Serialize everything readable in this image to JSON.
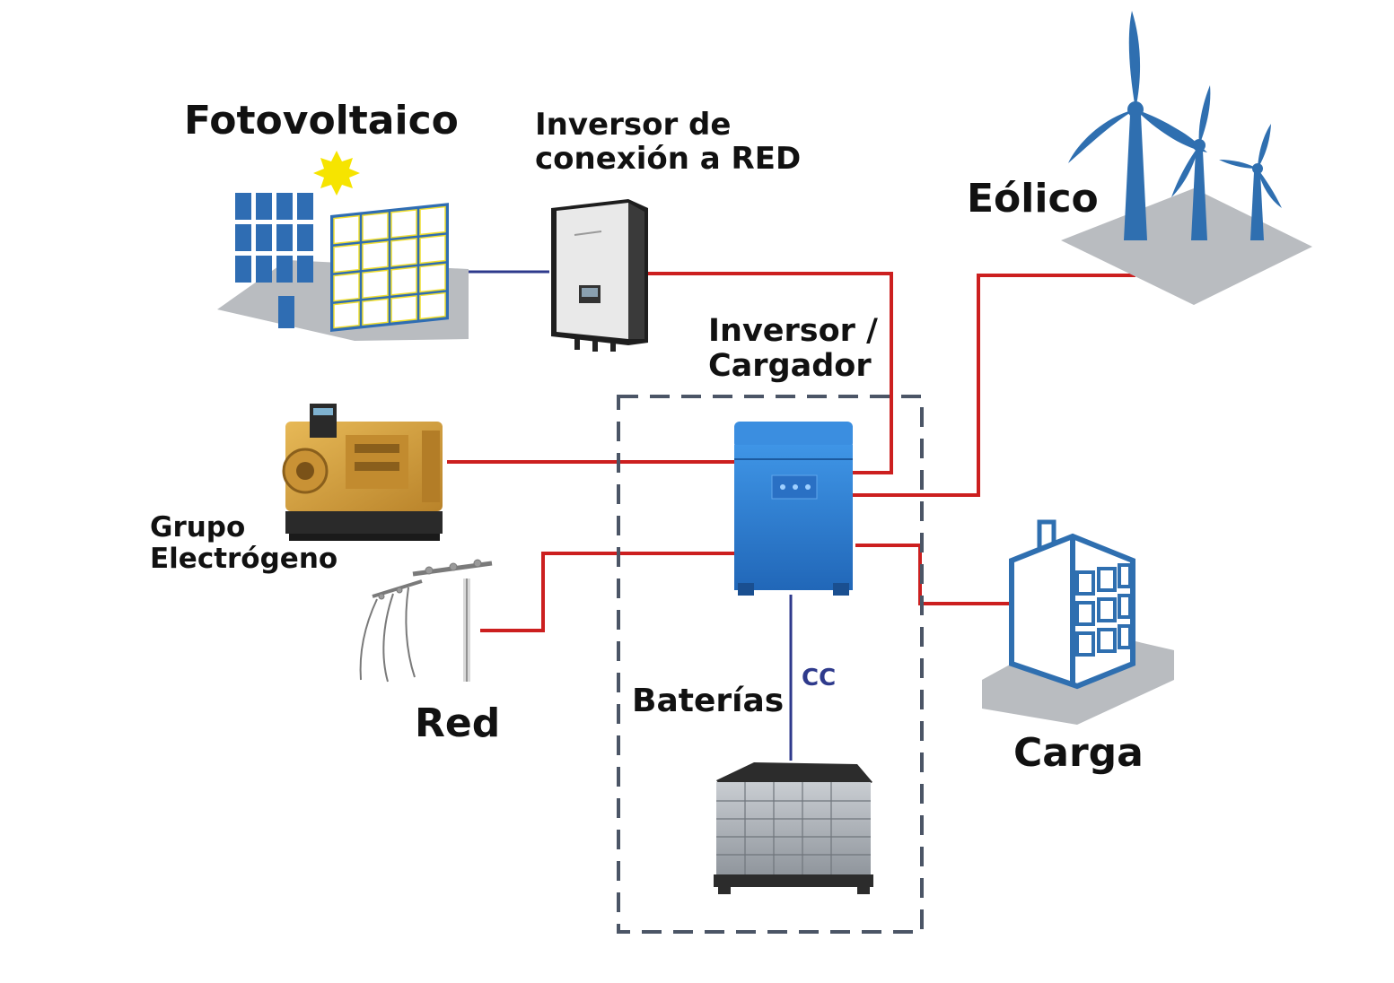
{
  "labels": {
    "fotovoltaico": "Fotovoltaico",
    "inversor_red_1": "Inversor de",
    "inversor_red_2": "conexión a RED",
    "eolico": "Eólico",
    "inversor_cargador_1": "Inversor /",
    "inversor_cargador_2": "Cargador",
    "grupo_1": "Grupo",
    "grupo_2": "Electrógeno",
    "red": "Red",
    "baterias": "Baterías",
    "cc": "CC",
    "carga": "Carga"
  },
  "colors": {
    "ac_line": "#cc1f1f",
    "dc_line": "#2e3a8c",
    "panel_blue": "#2f6db3",
    "sun": "#f6e400",
    "turbine": "#2f6fb0",
    "ground": "#b9bcc0",
    "inverter_blue": "#2e7fd0",
    "generator": "#d8a33c",
    "dashed_box": "#4b5566"
  }
}
